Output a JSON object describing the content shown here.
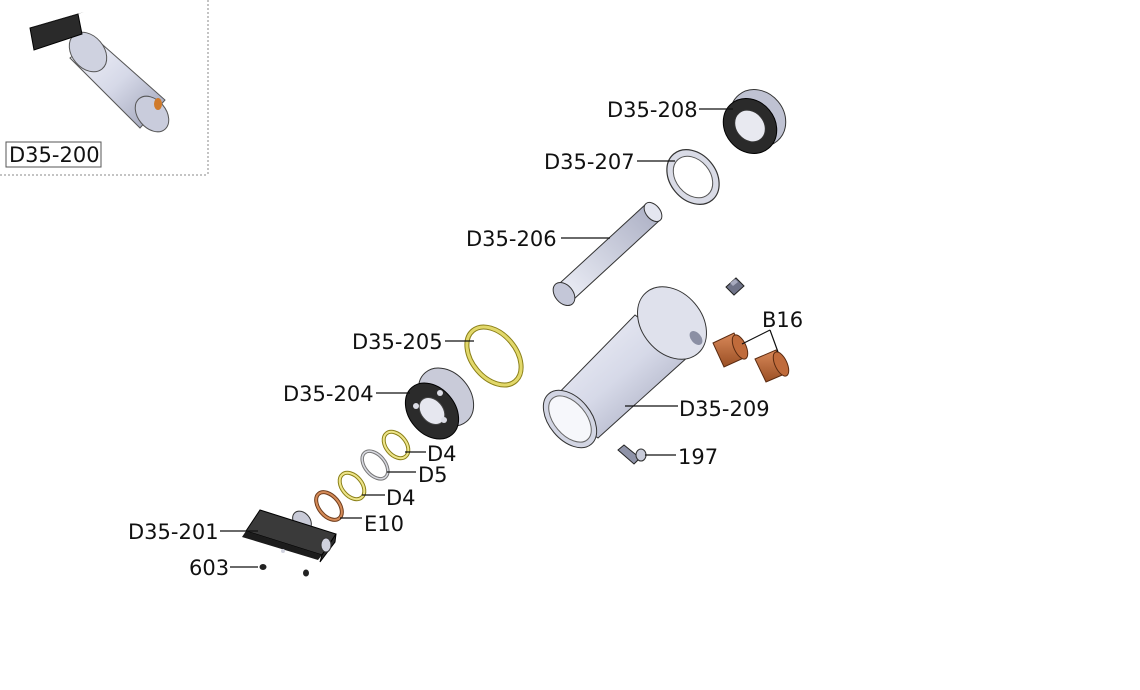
{
  "assembly": {
    "inset_label": "D35-200"
  },
  "parts": [
    {
      "id": "d35-208",
      "label": "D35-208"
    },
    {
      "id": "d35-207",
      "label": "D35-207"
    },
    {
      "id": "d35-206",
      "label": "D35-206"
    },
    {
      "id": "b16",
      "label": "B16"
    },
    {
      "id": "d35-205",
      "label": "D35-205"
    },
    {
      "id": "d35-204",
      "label": "D35-204"
    },
    {
      "id": "d35-209",
      "label": "D35-209"
    },
    {
      "id": "d4-upper",
      "label": "D4"
    },
    {
      "id": "197",
      "label": "197"
    },
    {
      "id": "d5",
      "label": "D5"
    },
    {
      "id": "d4-lower",
      "label": "D4"
    },
    {
      "id": "e10",
      "label": "E10"
    },
    {
      "id": "d35-201",
      "label": "D35-201"
    },
    {
      "id": "603",
      "label": "603"
    }
  ],
  "colors": {
    "steel_light": "#e6e8f2",
    "steel_mid": "#b9bdd0",
    "steel_dark": "#7e8296",
    "block_dark": "#1c1c1c",
    "ring_yellow": "#d8cc58",
    "ring_copper": "#b8653a",
    "bushing": "#c0733e",
    "inset_border": "#888888"
  }
}
